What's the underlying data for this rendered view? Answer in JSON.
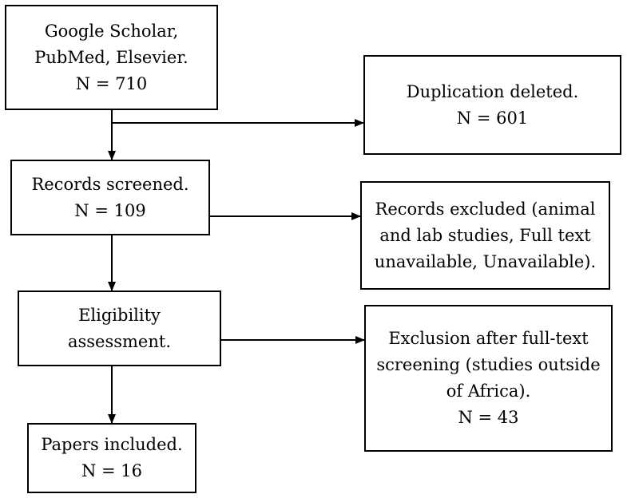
{
  "boxes": {
    "sources": {
      "lines": [
        "Google Scholar,",
        "PubMed, Elsevier.",
        "N = 710"
      ]
    },
    "duplicates": {
      "lines": [
        "Duplication deleted.",
        "N = 601"
      ]
    },
    "screened": {
      "lines": [
        "Records screened.",
        "N = 109"
      ]
    },
    "excluded": {
      "lines": [
        "Records excluded (animal",
        "and lab studies, Full text",
        "unavailable, Unavailable)."
      ]
    },
    "eligibility": {
      "lines": [
        "Eligibility",
        "assessment."
      ]
    },
    "fulltext_exclusion": {
      "lines": [
        "Exclusion after full-text",
        "screening (studies outside",
        "of Africa).",
        "N = 43"
      ]
    },
    "included": {
      "lines": [
        "Papers included.",
        "N = 16"
      ]
    }
  }
}
